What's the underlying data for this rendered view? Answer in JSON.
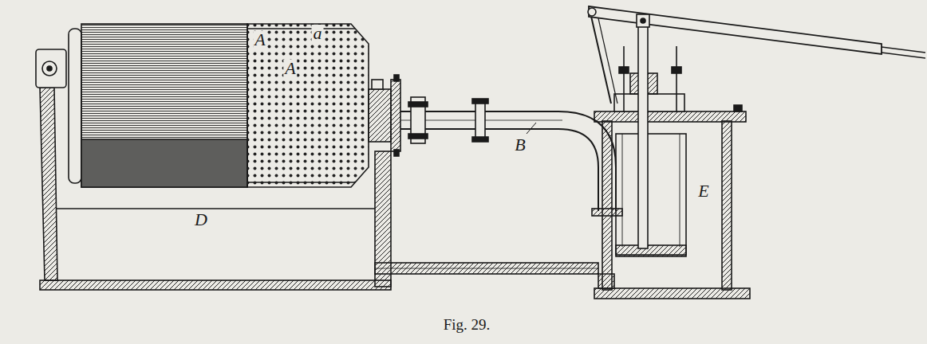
{
  "diagram": {
    "caption": "Fig. 29.",
    "labels": [
      "A",
      "a",
      "A",
      "B",
      "D",
      "E"
    ]
  }
}
